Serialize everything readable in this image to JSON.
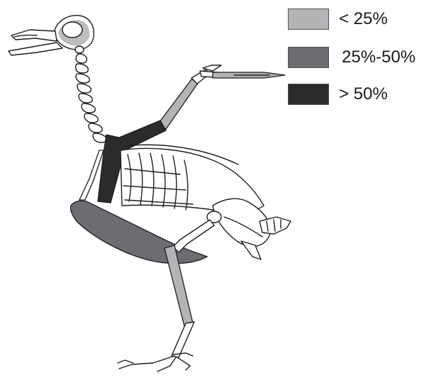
{
  "legend": {
    "items": [
      {
        "label": "< 25%",
        "color": "#b4b4b7"
      },
      {
        "label": "25%-50%",
        "color": "#6d6d71"
      },
      {
        "label": "> 50%",
        "color": "#2b2b2d"
      }
    ]
  },
  "colors": {
    "outline": "#1e1e1e",
    "unshaded_bone": "#ffffff",
    "skull_texture": "#9a9a9a"
  },
  "regions": {
    "low": [
      "humerus",
      "wing-digits",
      "tibiotarsus"
    ],
    "medium": [
      "sternum-keel"
    ],
    "high": [
      "coracoid",
      "furcula",
      "scapula-base"
    ]
  }
}
